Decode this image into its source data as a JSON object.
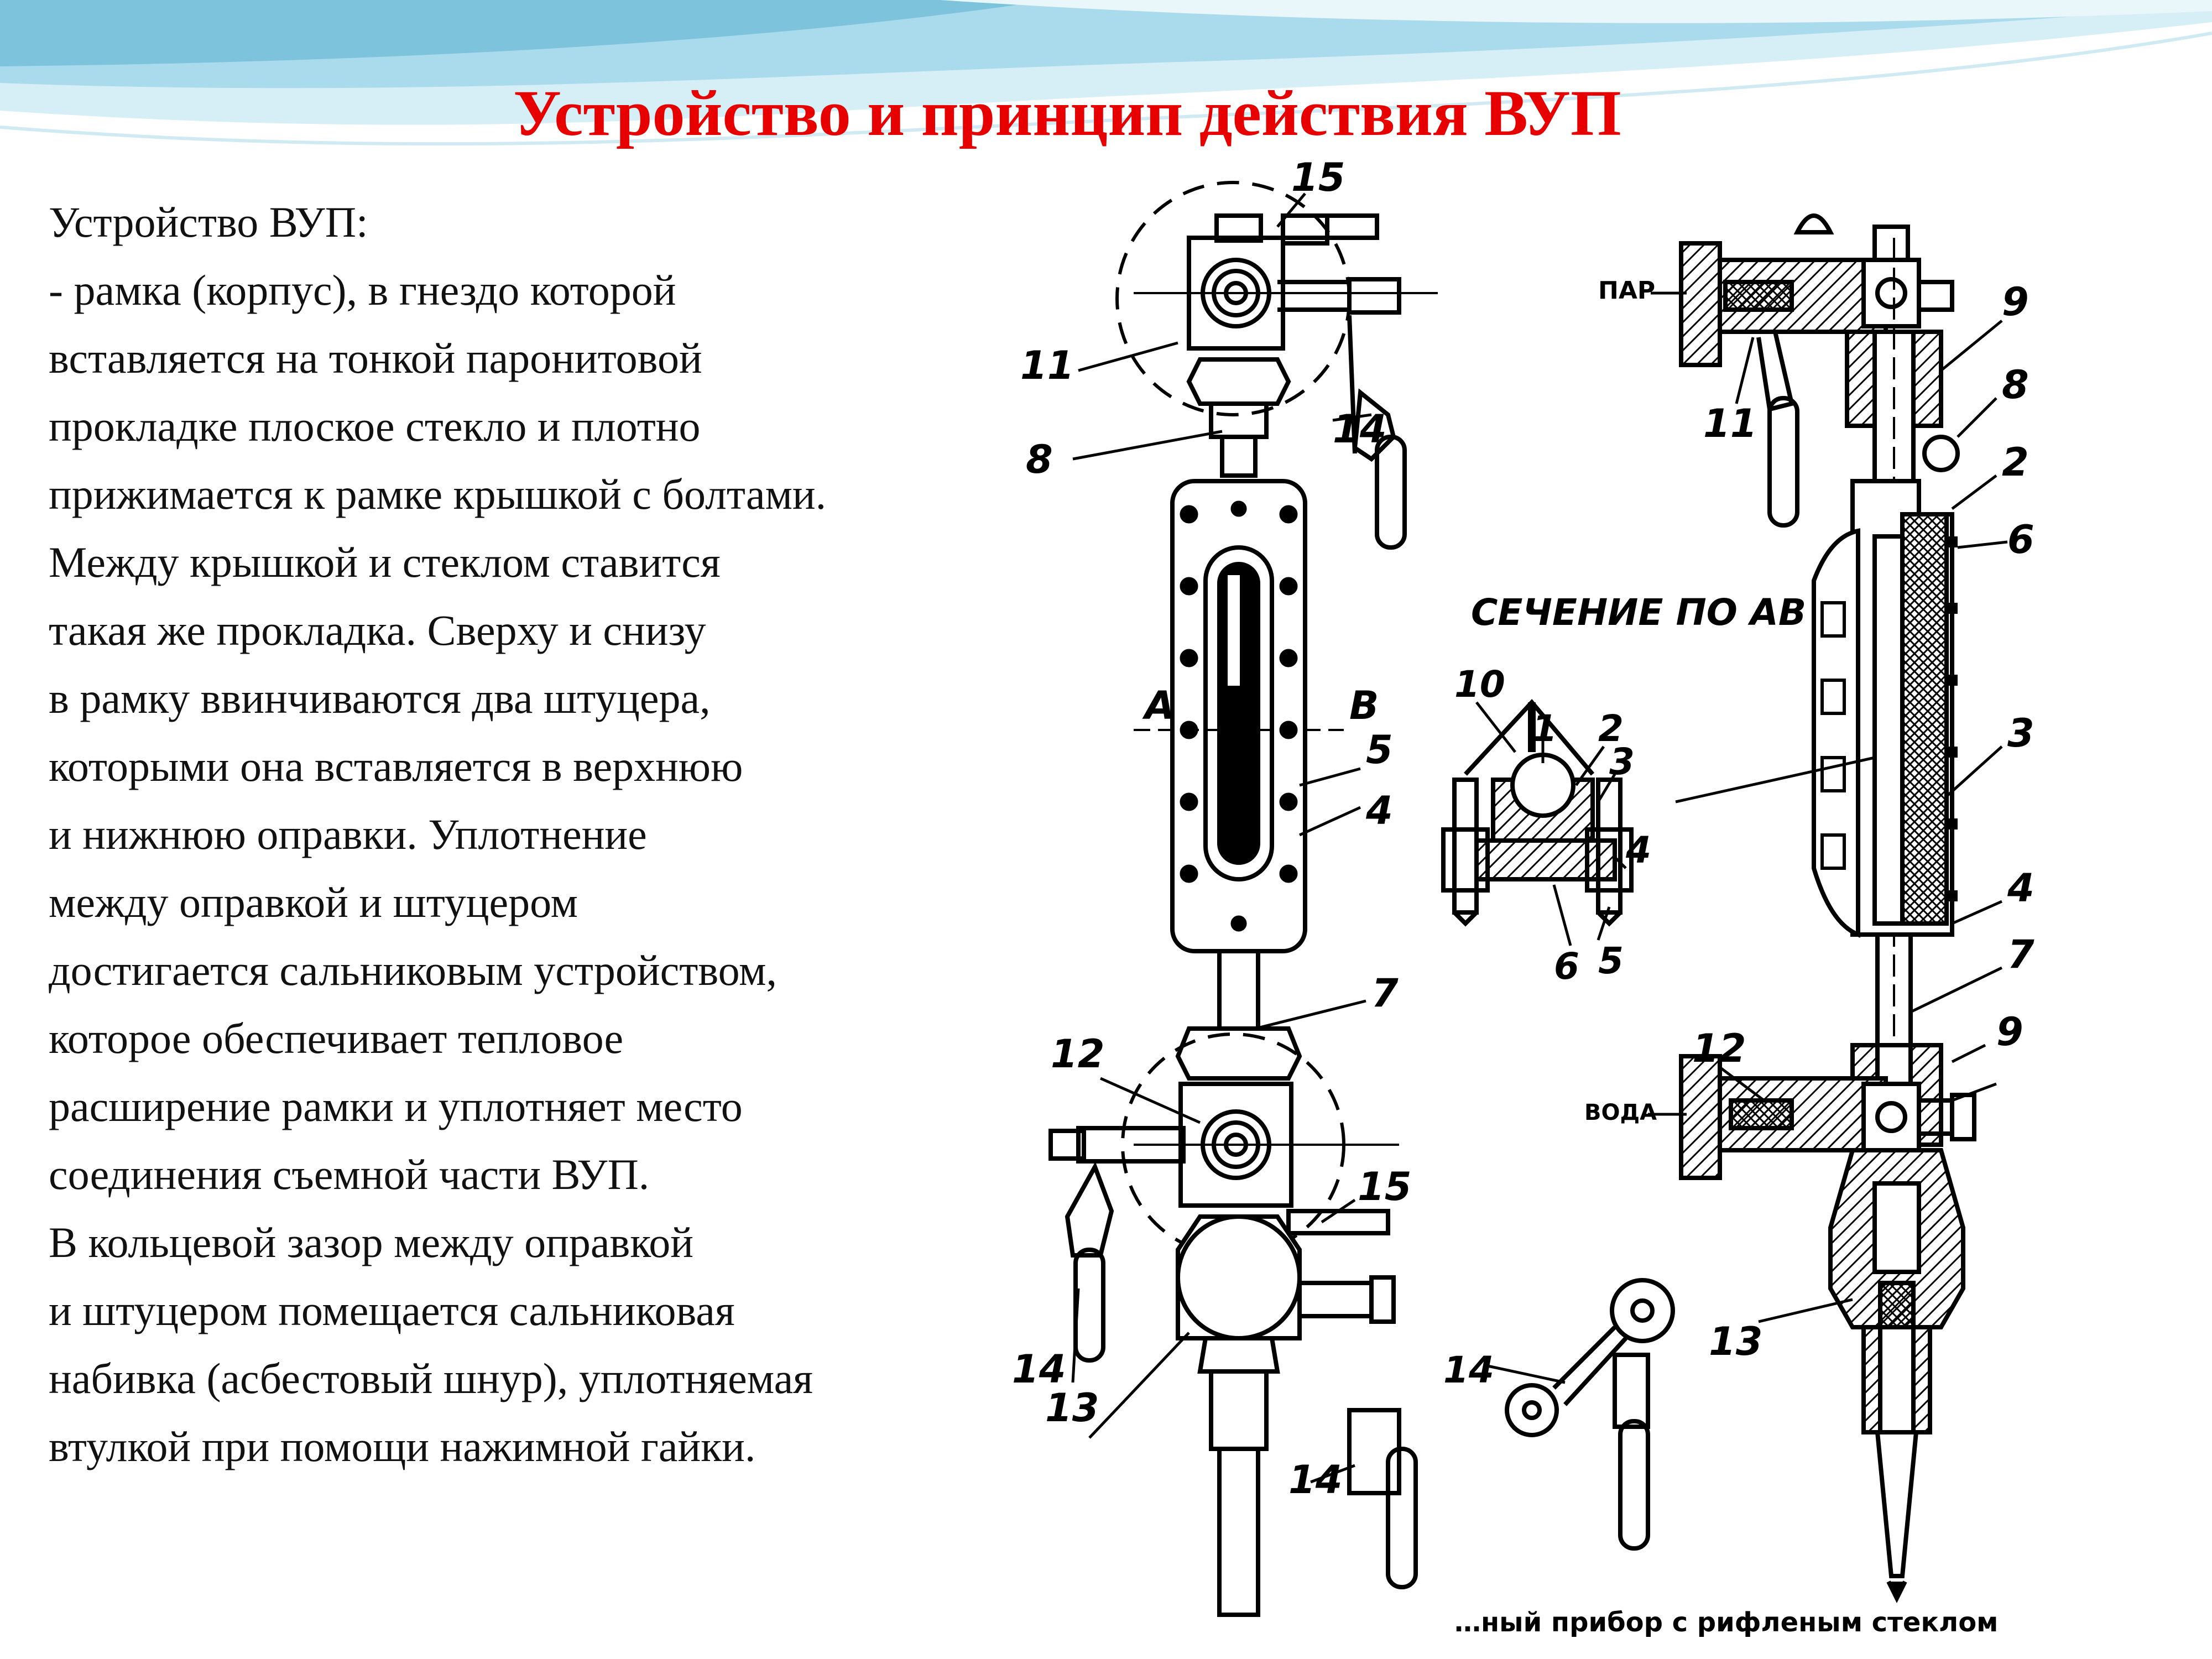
{
  "title": "Устройство и принцип действия ВУП",
  "body_lines": [
    "Устройство ВУП:",
    "- рамка (корпус), в гнездо которой",
    "вставляется на тонкой паронитовой",
    "прокладке плоское стекло и плотно",
    " прижимается к рамке крышкой с болтами.",
    "Между крышкой и стеклом ставится",
    "такая же прокладка. Сверху и снизу",
    "в рамку ввинчиваются два штуцера,",
    "которыми она вставляется в верхнюю",
    "и нижнюю оправки. Уплотнение",
    " между оправкой и штуцером",
    "достигается сальниковым устройством,",
    "которое обеспечивает тепловое",
    "расширение рамки и уплотняет место",
    "соединения съемной части ВУП.",
    "В кольцевой зазор между оправкой",
    "и штуцером помещается сальниковая",
    "набивка (асбестовый шнур), уплотняемая",
    "втулкой при помощи нажимной гайки."
  ],
  "figure": {
    "section_title": "СЕЧЕНИЕ ПО АВ",
    "label_steam": "ПАР",
    "label_water": "ВОДА",
    "section_mark_a": "А",
    "section_mark_b": "В",
    "caption": "…ный прибор с рифленым стеклом",
    "part_numbers_left": [
      "15",
      "11",
      "8",
      "14",
      "5",
      "4",
      "7",
      "12",
      "15",
      "14",
      "13",
      "14"
    ],
    "part_numbers_section": [
      "10",
      "1",
      "2",
      "3",
      "4",
      "6",
      "5"
    ],
    "part_numbers_right": [
      "9",
      "11",
      "8",
      "2",
      "6",
      "3",
      "4",
      "7",
      "12",
      "9",
      "13",
      "14"
    ]
  },
  "colors": {
    "title": "#e60000",
    "text": "#111111",
    "wave_light": "#bfe6f1",
    "wave_dark": "#7cc3db"
  }
}
